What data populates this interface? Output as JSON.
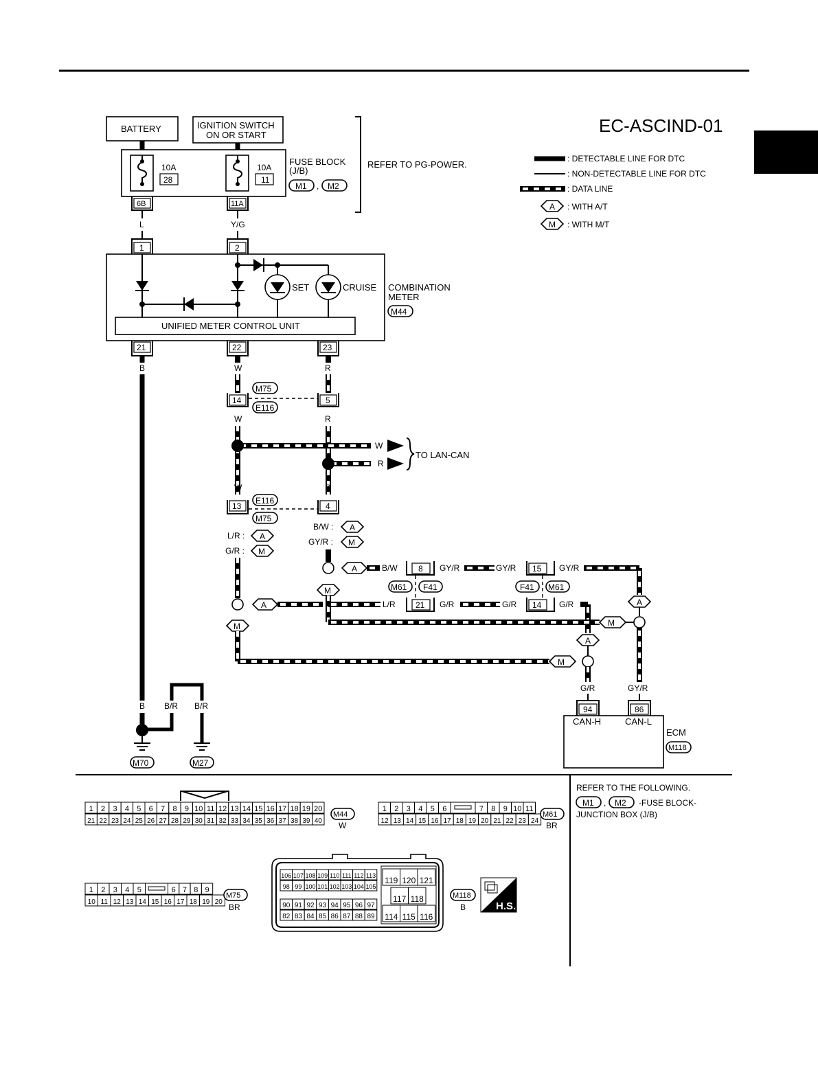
{
  "diagram_id": "EC-ASCIND-01",
  "legend": {
    "detectable": ": DETECTABLE LINE FOR DTC",
    "non_detectable": ": NON-DETECTABLE LINE FOR DTC",
    "data_line": ": DATA LINE",
    "with_at_code": "A",
    "with_at": ": WITH A/T",
    "with_mt_code": "M",
    "with_mt": ": WITH M/T"
  },
  "power": {
    "battery": "BATTERY",
    "ign_line1": "IGNITION SWITCH",
    "ign_line2": "ON OR START",
    "fuse1_amp": "10A",
    "fuse1_no": "28",
    "fuse2_amp": "10A",
    "fuse2_no": "11",
    "fuse_block_line1": "FUSE BLOCK",
    "fuse_block_line2": "(J/B)",
    "fb_conn1": "M1",
    "fb_conn2": "M2",
    "comma": ",",
    "refer": "REFER TO PG-POWER.",
    "term_6b": "6B",
    "term_11a": "11A",
    "wire_l": "L",
    "wire_yg": "Y/G"
  },
  "meter": {
    "pin1": "1",
    "pin2": "2",
    "set": "SET",
    "cruise": "CRUISE",
    "label_line1": "COMBINATION",
    "label_line2": "METER",
    "conn": "M44",
    "unit": "UNIFIED METER CONTROL UNIT",
    "pin21": "21",
    "pin22": "22",
    "pin23": "23",
    "wire_b": "B",
    "wire_w": "W",
    "wire_r": "R"
  },
  "can": {
    "m75": "M75",
    "e116": "E116",
    "pin14": "14",
    "pin5": "5",
    "pin13": "13",
    "pin4": "4",
    "w": "W",
    "r": "R",
    "to_lan": "TO LAN-CAN",
    "lr": "L/R :",
    "gr": "G/R :",
    "bw": "B/W :",
    "gyr": "GY/R :",
    "a": "A",
    "m": "M",
    "bw2": "B/W",
    "gyr2": "GY/R",
    "lr2": "L/R",
    "gr2": "G/R",
    "c8": "8",
    "c15": "15",
    "c21": "21",
    "c14": "14",
    "m61": "M61",
    "f41": "F41"
  },
  "ecm": {
    "gr": "G/R",
    "gyr": "GY/R",
    "pin94": "94",
    "pin86": "86",
    "canh": "CAN-H",
    "canl": "CAN-L",
    "label": "ECM",
    "conn": "M118"
  },
  "ground": {
    "b": "B",
    "br1": "B/R",
    "br2": "B/R",
    "m70": "M70",
    "m27": "M27"
  },
  "connectors": {
    "refer_line1": "REFER TO THE FOLLOWING.",
    "refer_c1": "M1",
    "refer_comma": ",",
    "refer_c2": "M2",
    "refer_line2": "-FUSE BLOCK-",
    "refer_line3": "JUNCTION BOX (J/B)",
    "m44": "M44",
    "m44_color": "W",
    "m61": "M61",
    "m61_color": "BR",
    "m75": "M75",
    "m75_color": "BR",
    "m118": "M118",
    "m118_color": "B",
    "hs": "H.S."
  }
}
